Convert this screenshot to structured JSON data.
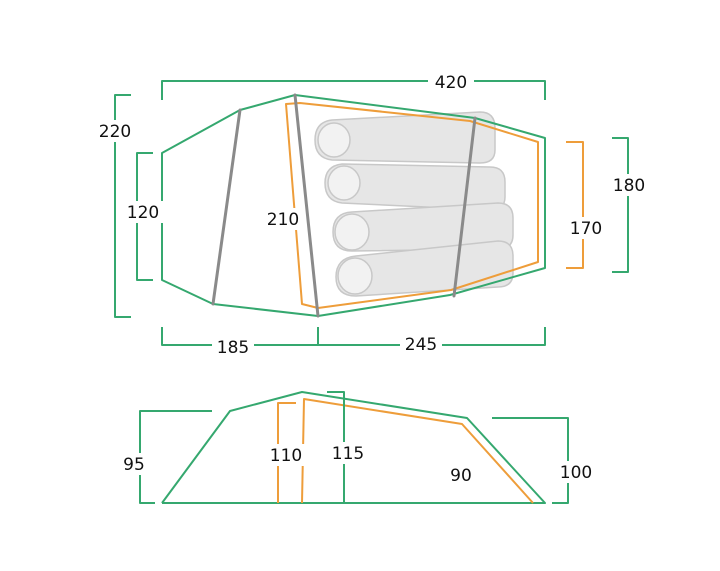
{
  "colors": {
    "outline": "#35a86f",
    "inner": "#ee9d3a",
    "pole": "#8a8a8a",
    "sleeping_bag_fill": "#e6e6e6",
    "sleeping_bag_stroke": "#c8c8c8",
    "text": "#111111"
  },
  "top_view": {
    "overall_length": "420",
    "total_width": "220",
    "entrance_width": "120",
    "vestibule_length": "185",
    "inner_length": "245",
    "inner_front_width": "210",
    "inner_rear_width": "170",
    "rear_width": "180",
    "sleeping_bags": 4
  },
  "side_view": {
    "entrance_height": "95",
    "inner_peak_height": "110",
    "outer_peak_height": "115",
    "inner_rear_height": "90",
    "outer_rear_height": "100"
  }
}
